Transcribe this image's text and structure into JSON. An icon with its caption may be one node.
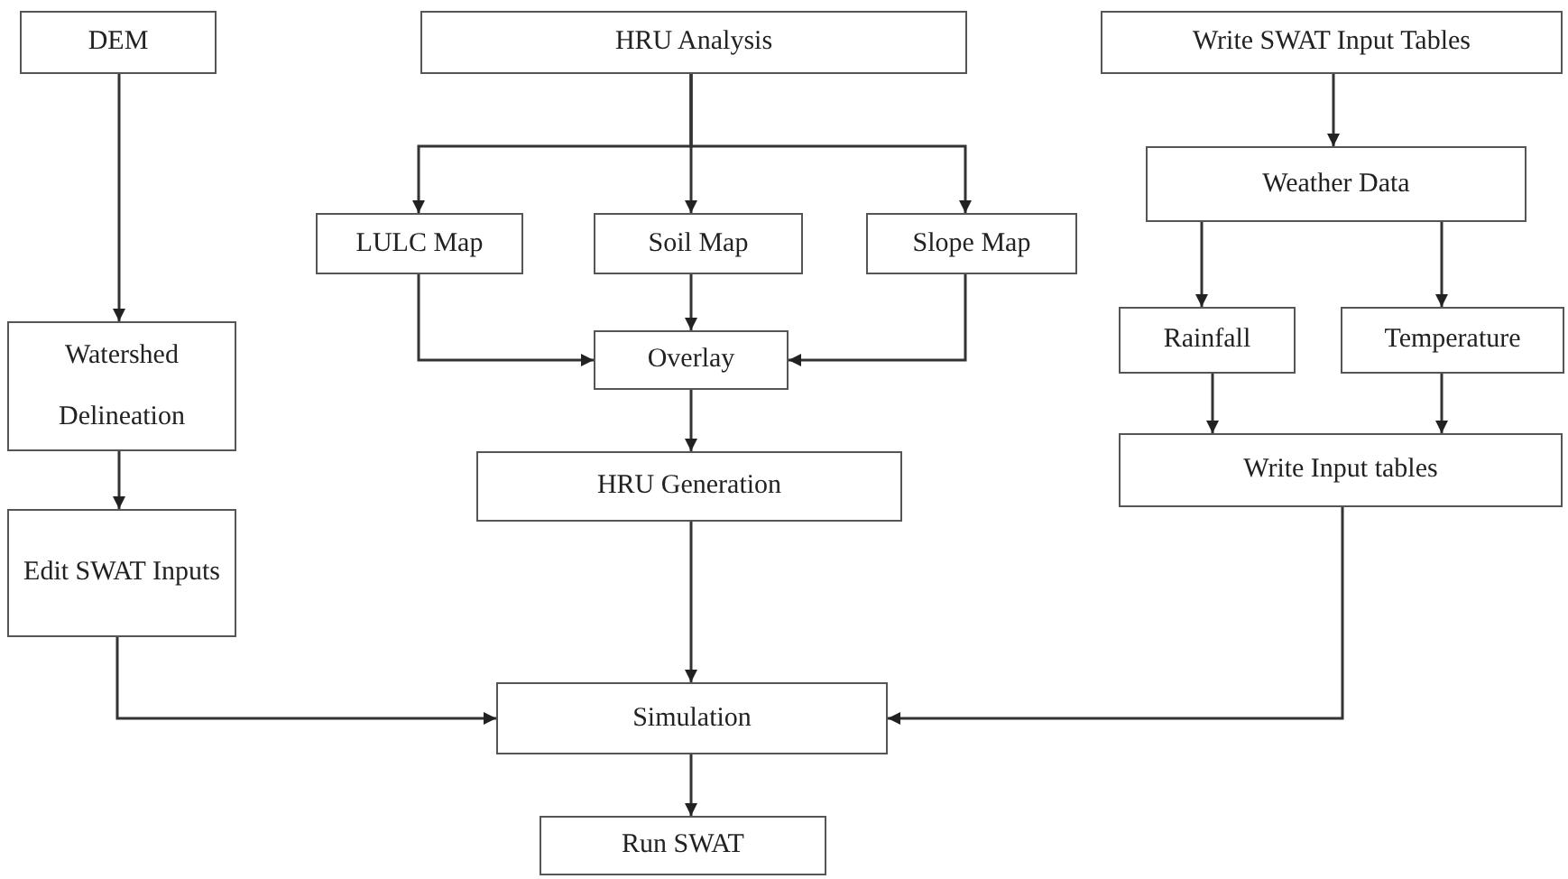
{
  "diagram": {
    "nodes": [
      {
        "text": [
          "DEM"
        ]
      },
      {
        "text": [
          "HRU Analysis"
        ]
      },
      {
        "text": [
          "Write SWAT Input Tables"
        ]
      },
      {
        "text": [
          "LULC Map"
        ]
      },
      {
        "text": [
          "Soil Map"
        ]
      },
      {
        "text": [
          "Slope Map"
        ]
      },
      {
        "text": [
          "Weather Data"
        ]
      },
      {
        "text": [
          "Watershed Delineation"
        ]
      },
      {
        "text": [
          "Overlay"
        ]
      },
      {
        "text": [
          "Rainfall"
        ]
      },
      {
        "text": [
          "Temperature"
        ]
      },
      {
        "text": [
          "HRU Generation"
        ]
      },
      {
        "text": [
          "Write Input tables"
        ]
      },
      {
        "text": [
          "Edit SWAT Inputs"
        ]
      },
      {
        "text": [
          "Simulation"
        ]
      },
      {
        "text": [
          "Run SWAT"
        ]
      }
    ],
    "edges": [
      {
        "from": 0,
        "to": 7,
        "arrow": "to"
      },
      {
        "from": 7,
        "to": 13,
        "arrow": "to"
      },
      {
        "from": 13,
        "to": 14,
        "arrow": "to"
      },
      {
        "from": 1,
        "to": 3,
        "arrow": "to"
      },
      {
        "from": 1,
        "to": 4,
        "arrow": "to"
      },
      {
        "from": 1,
        "to": 5,
        "arrow": "to"
      },
      {
        "from": 3,
        "to": 8,
        "arrow": "to"
      },
      {
        "from": 4,
        "to": 8,
        "arrow": "to"
      },
      {
        "from": 5,
        "to": 8,
        "arrow": "to"
      },
      {
        "from": 8,
        "to": 11,
        "arrow": "to"
      },
      {
        "from": 11,
        "to": 14,
        "arrow": "to"
      },
      {
        "from": 2,
        "to": 6,
        "arrow": "to"
      },
      {
        "from": 6,
        "to": 9,
        "arrow": "to"
      },
      {
        "from": 6,
        "to": 10,
        "arrow": "to"
      },
      {
        "from": 9,
        "to": 12,
        "arrow": "to"
      },
      {
        "from": 10,
        "to": 12,
        "arrow": "to"
      },
      {
        "from": 12,
        "to": 14,
        "arrow": "to"
      },
      {
        "from": 14,
        "to": 15,
        "arrow": "to"
      }
    ]
  }
}
